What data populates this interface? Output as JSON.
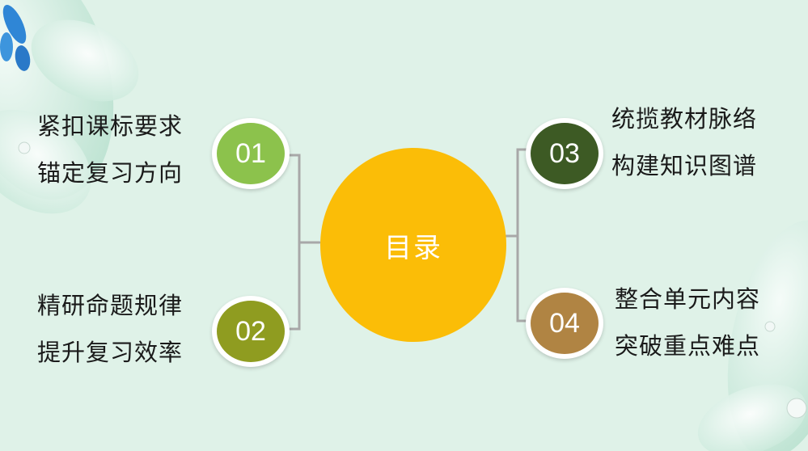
{
  "center": {
    "title": "目录"
  },
  "items": [
    {
      "number": "01",
      "line1": "紧扣课标要求",
      "line2": "锚定复习方向",
      "color": "#8cc24c"
    },
    {
      "number": "02",
      "line1": "精研命题规律",
      "line2": "提升复习效率",
      "color": "#8f9c20"
    },
    {
      "number": "03",
      "line1": "统揽教材脉络",
      "line2": "构建知识图谱",
      "color": "#3d5a24"
    },
    {
      "number": "04",
      "line1": "整合单元内容",
      "line2": "突破重点难点",
      "color": "#b08443"
    }
  ],
  "colors": {
    "background": "#dff2e8",
    "center": "#fbbd07",
    "connector": "#a8a8a8"
  }
}
